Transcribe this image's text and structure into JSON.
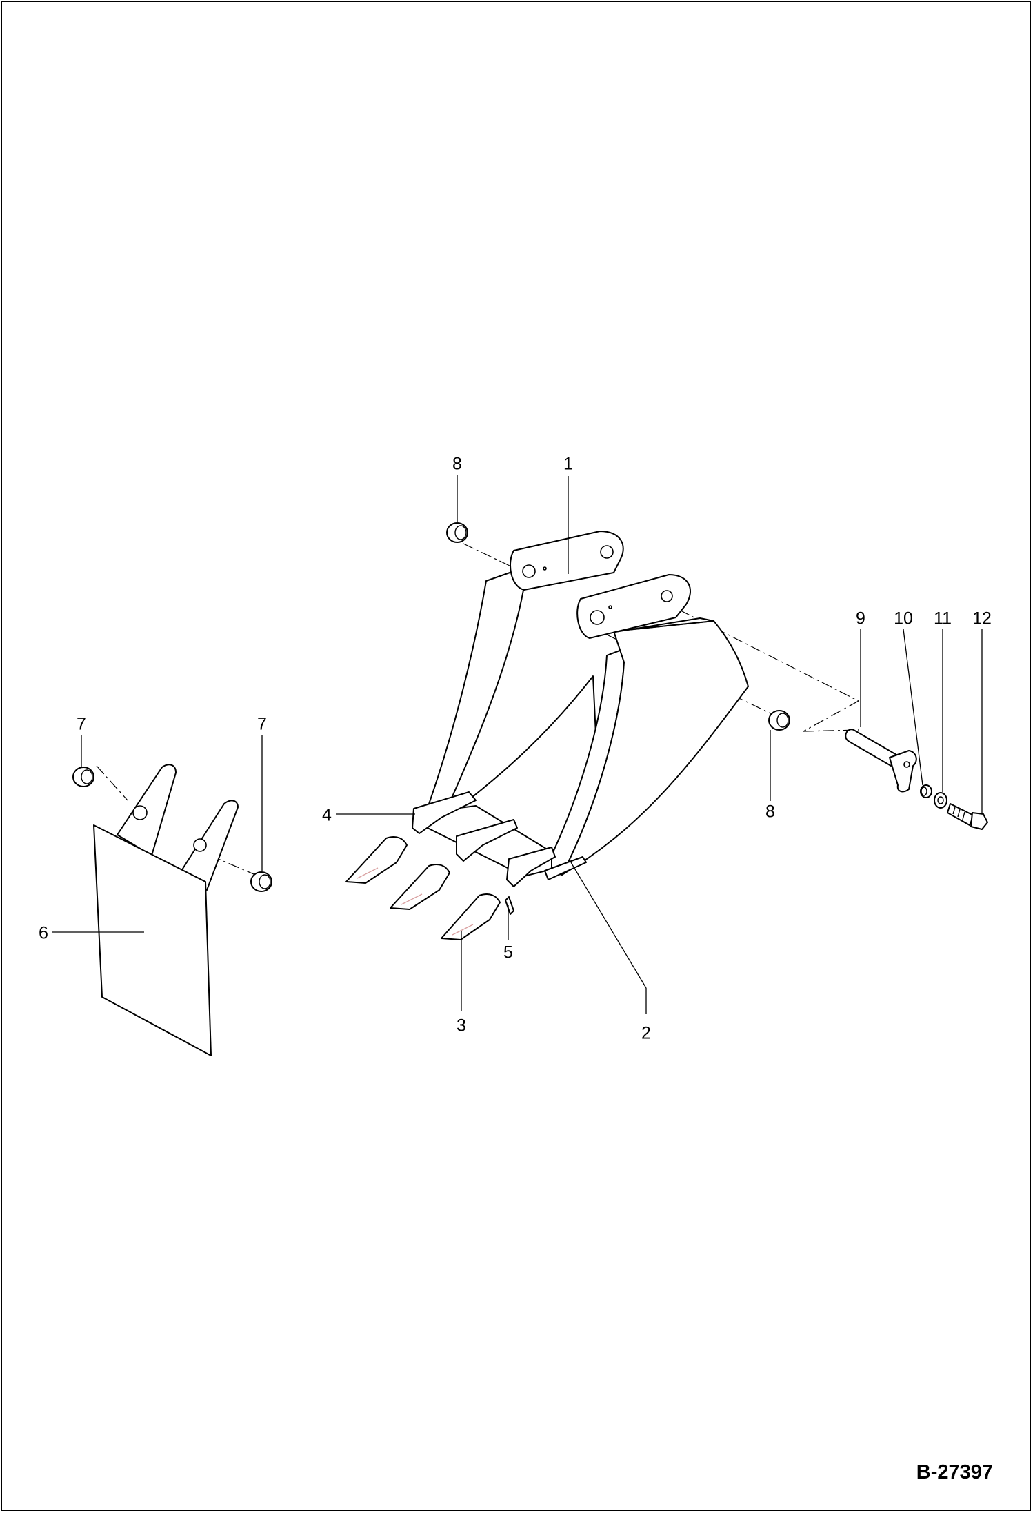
{
  "drawing": {
    "id": "B-27397",
    "accent_color": "#d9a0a0"
  },
  "callouts": [
    {
      "key": "c1",
      "number": "1"
    },
    {
      "key": "c2",
      "number": "2"
    },
    {
      "key": "c3",
      "number": "3"
    },
    {
      "key": "c4",
      "number": "4"
    },
    {
      "key": "c5",
      "number": "5"
    },
    {
      "key": "c6",
      "number": "6"
    },
    {
      "key": "c7a",
      "number": "7"
    },
    {
      "key": "c7b",
      "number": "7"
    },
    {
      "key": "c8a",
      "number": "8"
    },
    {
      "key": "c8b",
      "number": "8"
    },
    {
      "key": "c9",
      "number": "9"
    },
    {
      "key": "c10",
      "number": "10"
    },
    {
      "key": "c11",
      "number": "11"
    },
    {
      "key": "c12",
      "number": "12"
    }
  ]
}
